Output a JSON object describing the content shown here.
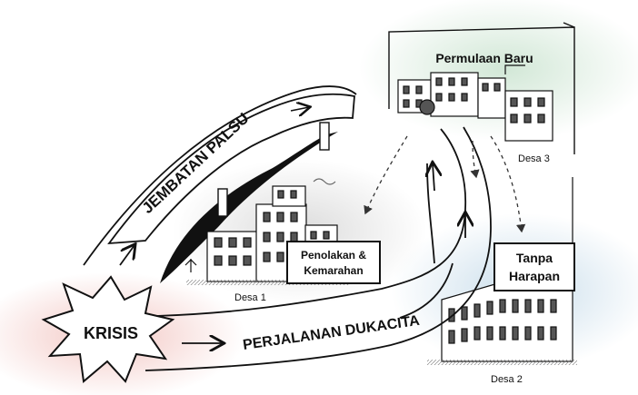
{
  "crisis": {
    "label": "KRISIS"
  },
  "paths": {
    "false_bridge": "JEMBATAN PALSU",
    "grief_journey": "PERJALANAN DUKACITA"
  },
  "signs": {
    "denial": [
      "Penolakan &",
      "Kemarahan"
    ],
    "new_beginning": "Permulaan Baru",
    "hopeless": [
      "Tanpa",
      "Harapan"
    ]
  },
  "villages": {
    "village1": "Desa 1",
    "village2": "Desa 2",
    "village3": "Desa 3"
  },
  "colors": {
    "crisis_glow": "#f2c4c0",
    "new_beginning_glow": "#cfe6d4",
    "hopeless_glow": "#c7dcea",
    "bridge_shadow": "#111111",
    "ink": "#111111"
  }
}
